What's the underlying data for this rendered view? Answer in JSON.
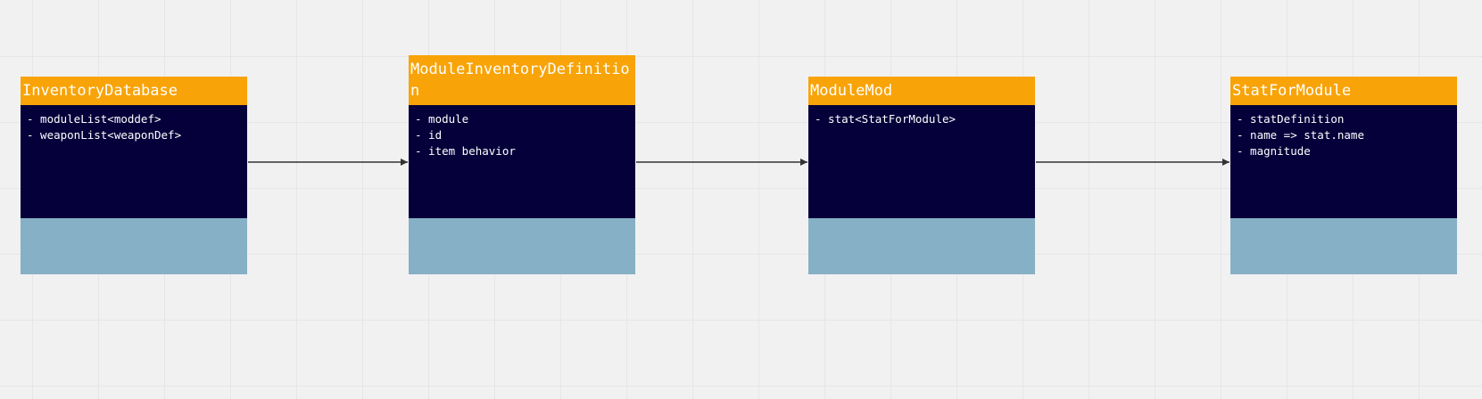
{
  "diagram": {
    "classes": [
      {
        "name": "InventoryDatabase",
        "attributes": [
          "- moduleList<moddef>",
          "- weaponList<weaponDef>"
        ],
        "methods": []
      },
      {
        "name": "ModuleInventoryDefinition",
        "attributes": [
          "- module",
          "- id",
          "- item behavior"
        ],
        "methods": []
      },
      {
        "name": "ModuleMod",
        "attributes": [
          "- stat<StatForModule>"
        ],
        "methods": []
      },
      {
        "name": "StatForModule",
        "attributes": [
          "- statDefinition",
          "- name => stat.name",
          "- magnitude"
        ],
        "methods": []
      }
    ],
    "connections": [
      {
        "from": "InventoryDatabase",
        "to": "ModuleInventoryDefinition",
        "arrow": "filled"
      },
      {
        "from": "ModuleInventoryDefinition",
        "to": "ModuleMod",
        "arrow": "filled"
      },
      {
        "from": "ModuleMod",
        "to": "StatForModule",
        "arrow": "filled"
      }
    ],
    "colors": {
      "header": "#f8a307",
      "attributes_bg": "#05003a",
      "methods_bg": "#86b0c6",
      "connector": "#333333",
      "canvas": "#f1f1f1"
    }
  }
}
